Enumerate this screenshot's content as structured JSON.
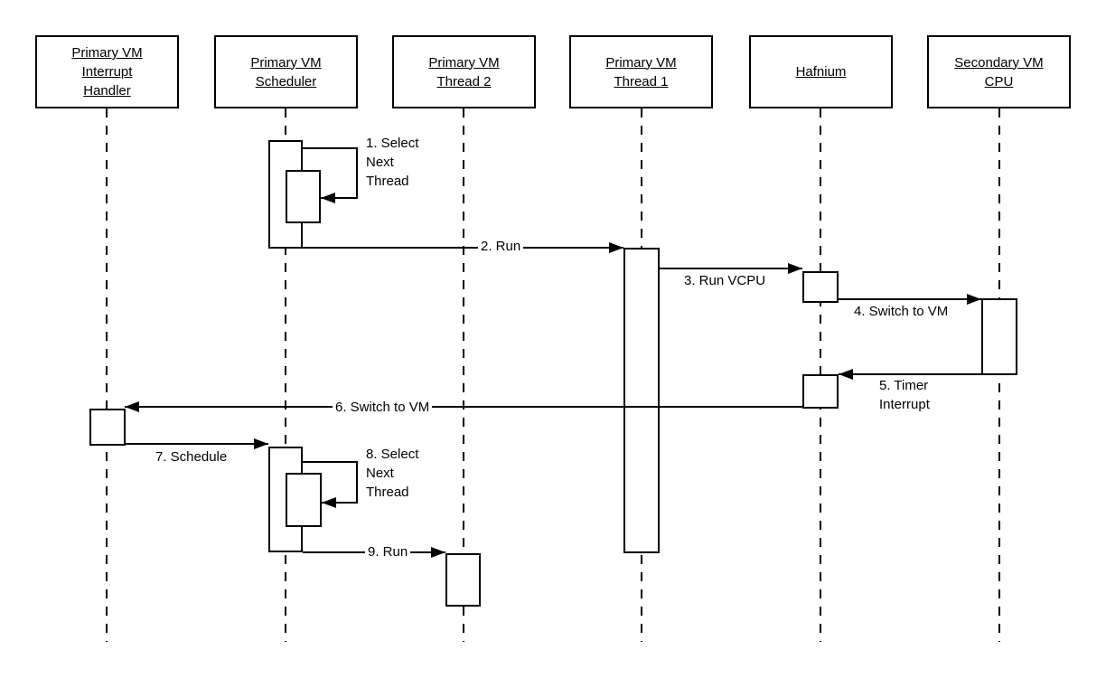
{
  "diagram": {
    "type": "uml-sequence-diagram",
    "colors": {
      "stroke": "#000000",
      "background": "#ffffff"
    },
    "actors": [
      {
        "id": "primary-vm-interrupt-handler",
        "label": "Primary VM\nInterrupt\nHandler"
      },
      {
        "id": "primary-vm-scheduler",
        "label": "Primary VM\nScheduler"
      },
      {
        "id": "primary-vm-thread-2",
        "label": "Primary VM\nThread 2"
      },
      {
        "id": "primary-vm-thread-1",
        "label": "Primary VM\nThread 1"
      },
      {
        "id": "hafnium",
        "label": "Hafnium"
      },
      {
        "id": "secondary-vm-cpu",
        "label": "Secondary VM\nCPU"
      }
    ],
    "messages": [
      {
        "seq": 1,
        "label": "1. Select\nNext\nThread",
        "from": "primary-vm-scheduler",
        "to": "primary-vm-scheduler",
        "kind": "self"
      },
      {
        "seq": 2,
        "label": "2. Run",
        "from": "primary-vm-scheduler",
        "to": "primary-vm-thread-1",
        "kind": "solid"
      },
      {
        "seq": 3,
        "label": "3. Run VCPU",
        "from": "primary-vm-thread-1",
        "to": "hafnium",
        "kind": "solid"
      },
      {
        "seq": 4,
        "label": "4. Switch to VM",
        "from": "hafnium",
        "to": "secondary-vm-cpu",
        "kind": "solid"
      },
      {
        "seq": 5,
        "label": "5. Timer\nInterrupt",
        "from": "secondary-vm-cpu",
        "to": "hafnium",
        "kind": "solid"
      },
      {
        "seq": 6,
        "label": "6. Switch to VM",
        "from": "hafnium",
        "to": "primary-vm-interrupt-handler",
        "kind": "solid"
      },
      {
        "seq": 7,
        "label": "7. Schedule",
        "from": "primary-vm-interrupt-handler",
        "to": "primary-vm-scheduler",
        "kind": "solid"
      },
      {
        "seq": 8,
        "label": "8. Select\nNext\nThread",
        "from": "primary-vm-scheduler",
        "to": "primary-vm-scheduler",
        "kind": "self"
      },
      {
        "seq": 9,
        "label": "9. Run",
        "from": "primary-vm-scheduler",
        "to": "primary-vm-thread-2",
        "kind": "solid"
      }
    ]
  }
}
